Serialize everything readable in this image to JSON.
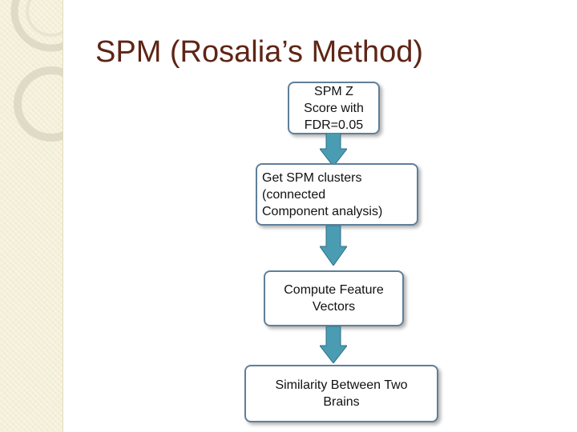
{
  "slide": {
    "title": "SPM (Rosalia’s Method)"
  },
  "flowchart": {
    "steps": [
      {
        "label": "SPM Z\nScore with\nFDR=0.05"
      },
      {
        "label": "Get SPM clusters\n(connected\nComponent  analysis)"
      },
      {
        "label": "Compute Feature\nVectors"
      },
      {
        "label": "Similarity Between Two\nBrains"
      }
    ]
  },
  "colors": {
    "title": "#5e2516",
    "box_border": "#5f7f99",
    "arrow_fill": "#4a9cb3",
    "sidebar": "#f4efd8"
  }
}
